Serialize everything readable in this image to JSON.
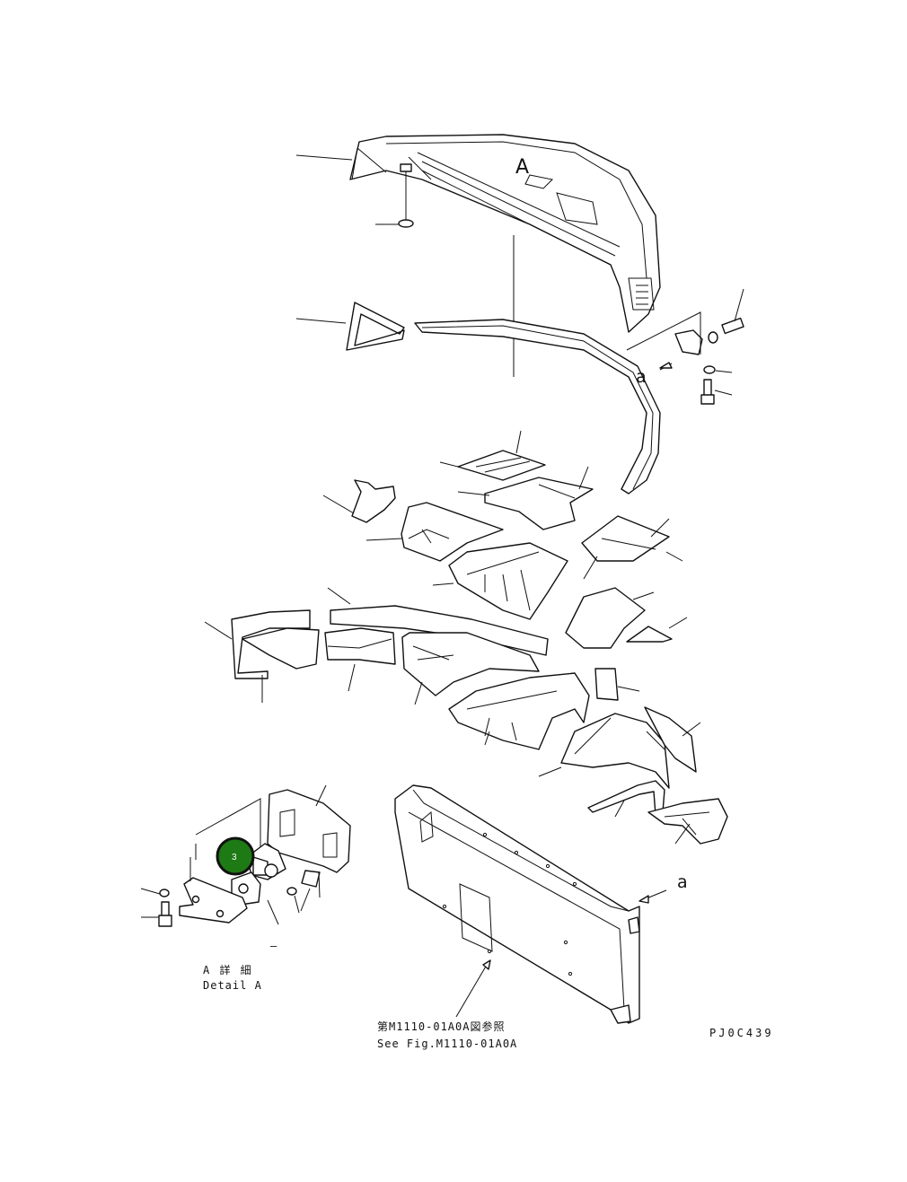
{
  "labels": {
    "view_a": "A",
    "view_a_arrow": "a",
    "ref_a": "a",
    "detail_jp": "A 詳 細",
    "detail_en": "Detail A",
    "see_fig_jp": "第M1110-01A0A図参照",
    "see_fig_en": "See Fig.M1110-01A0A",
    "drawing_code": "PJ0C439",
    "callout_number": "3",
    "dash": "–"
  },
  "colors": {
    "callout_fill": "#1e7a14",
    "callout_ring": "#111111",
    "ink": "#111111"
  }
}
